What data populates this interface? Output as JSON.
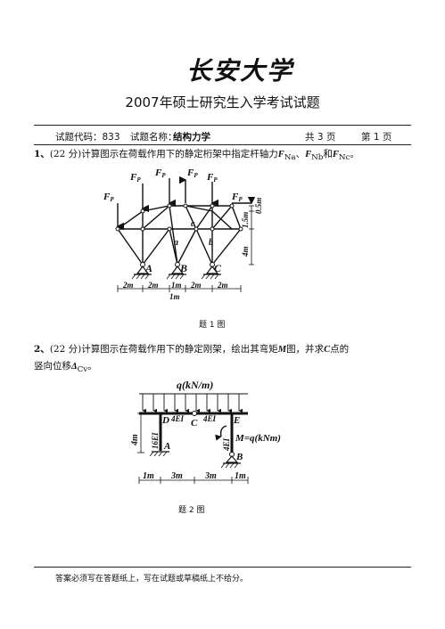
{
  "header": {
    "logo": "长安大学",
    "title": "2007年硕士研究生入学考试试题"
  },
  "info": {
    "code_label": "试题代码：833",
    "name_label": "试题名称：",
    "name_value": "结构力学",
    "total_pages": "共 3 页",
    "page_no": "第 1 页"
  },
  "q1": {
    "number": "1、",
    "score": "(22 分)",
    "text": "计算图示在荷载作用下的静定桁架中指定杆轴力",
    "force_a": "F",
    "sub_a": "Na",
    "sep1": "、",
    "force_b": "F",
    "sub_b": "Nb",
    "sep2": "和",
    "force_c": "F",
    "sub_c": "Nc",
    "end": "。",
    "figure": {
      "load": "F",
      "load_sub": "P",
      "member_a": "a",
      "member_b": "b",
      "member_c": "c",
      "support_a": "A",
      "support_b": "B",
      "support_c": "C",
      "dim_h1": "0.5m",
      "dim_h2": "1.5m",
      "dim_h3": "4m",
      "dim_w": [
        "2m",
        "2m",
        "1m",
        "2m",
        "2m"
      ],
      "dim_w_center": "1m"
    },
    "caption": "题 1 图"
  },
  "q2": {
    "number": "2、",
    "score": "(22 分)",
    "text": "计算图示在荷载作用下的静定刚架，绘出其弯矩",
    "m": "M",
    "text2": "图，并求",
    "c": "C",
    "text3": "点的",
    "line2": "竖向位移",
    "delta": "Δ",
    "delta_sub": "Cv",
    "end": "。",
    "figure": {
      "load": "q(kN/m)",
      "node_d": "D",
      "node_c": "C",
      "node_e": "E",
      "node_a": "A",
      "node_b": "B",
      "ei_top_left": "4EI",
      "ei_top_right": "4EI",
      "ei_left_col": "16EI",
      "ei_right_col": "4EI",
      "moment": "M=q(kNm)",
      "dim_h": "4m",
      "dim_w": [
        "1m",
        "3m",
        "3m",
        "1m"
      ]
    },
    "caption": "题 2 图"
  },
  "footer": {
    "note": "答案必须写在答题纸上，写在试题或草稿纸上不给分。"
  }
}
